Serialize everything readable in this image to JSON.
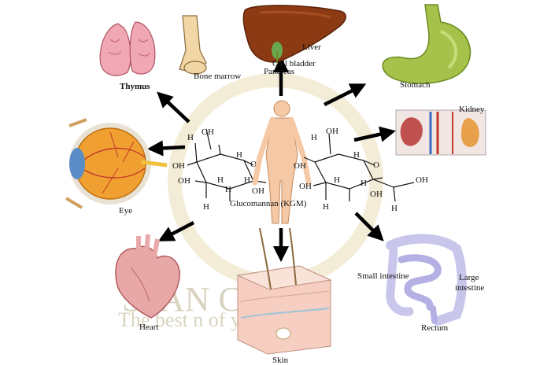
{
  "center": {
    "molecule_label": "Glucomannan (KGM)"
  },
  "organs": {
    "liver": "Liver",
    "gall_bladder": "Gall bladder",
    "pancreas": "Pancreas",
    "bone_marrow": "Bone marrow",
    "thymus": "Thymus",
    "stomach": "Stomach",
    "kidney": "Kidney",
    "eye": "Eye",
    "heart": "Heart",
    "skin": "Skin",
    "small_intestine": "Small intestine",
    "large_intestine_1": "Large",
    "large_intestine_2": "intestine",
    "rectum": "Rectum"
  },
  "atoms": {
    "oh": "OH",
    "h": "H",
    "o": "O"
  },
  "watermark": {
    "line1": "STAN   C  CA",
    "line2": "The best      n of you"
  },
  "colors": {
    "arrow": "#000000",
    "liver": "#8b3a14",
    "stomach": "#a6c24a",
    "heart": "#e9a8a8",
    "intestine": "#c9c6ec",
    "eye": "#f0a030",
    "thymus": "#f0a8b4"
  }
}
